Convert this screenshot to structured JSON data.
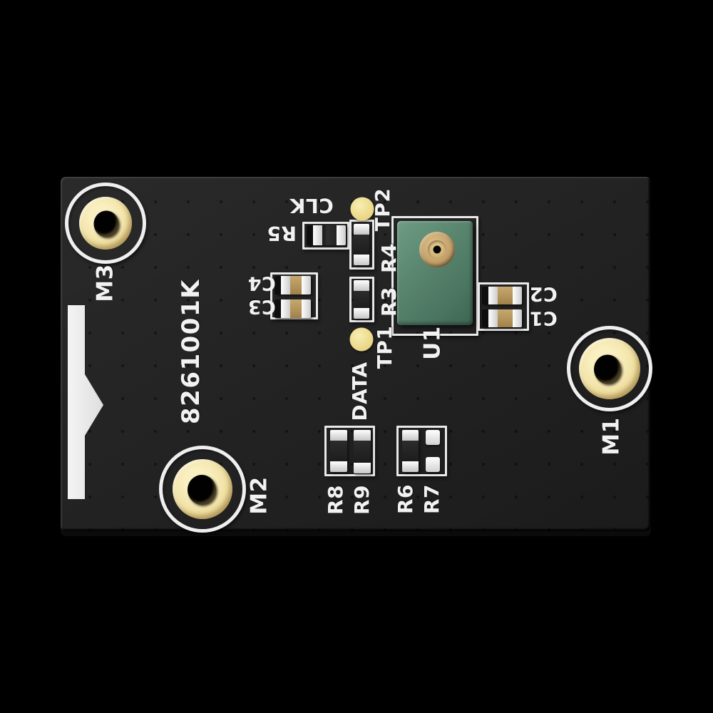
{
  "silkscreen": {
    "part_number": "8261001K",
    "mounting_holes": {
      "m1": "M1",
      "m2": "M2",
      "m3": "M3"
    },
    "test_points": {
      "tp1": "TP1",
      "tp2": "TP2"
    },
    "signals": {
      "clk": "CLK",
      "data": "DATA"
    },
    "components": {
      "u1": "U1",
      "r3": "R3",
      "r4": "R4",
      "r5": "R5",
      "r6": "R6",
      "r7": "R7",
      "r8": "R8",
      "r9": "R9",
      "c1": "C1",
      "c2": "C2",
      "c3": "C3",
      "c4": "C4"
    }
  },
  "colors": {
    "background": "#000000",
    "board": "#232323",
    "silkscreen_white": "#f2f2f2",
    "pad_gold": "#f0e0a2",
    "test_point_yellow": "#e9d584",
    "mic_body_green": "#57826c",
    "mic_port_gold": "#c3a069",
    "capacitor_body_tan": "#b3945a",
    "resistor_body_dark": "#262626"
  }
}
